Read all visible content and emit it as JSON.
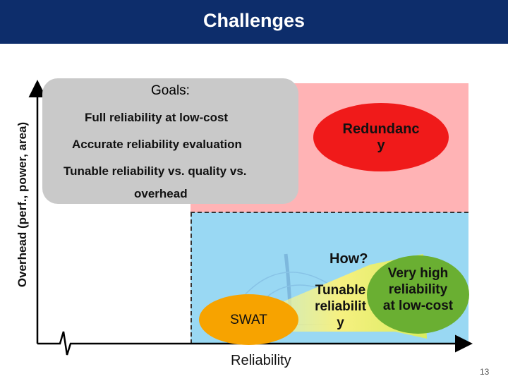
{
  "header": {
    "title": "Challenges"
  },
  "axes": {
    "y_label": "Overhead (perf., power, area)",
    "x_label": "Reliability"
  },
  "goals": {
    "title": "Goals:",
    "items": [
      "Full reliability at low-cost",
      "Accurate reliability evaluation",
      "Tunable reliability vs. quality vs.",
      "overhead"
    ]
  },
  "shapes": {
    "redundancy": {
      "line1": "Redundanc",
      "line2": "y"
    },
    "swat": "SWAT",
    "very_high": {
      "line1": "Very high",
      "line2": "reliability",
      "line3": "at low-cost"
    },
    "how": "How?",
    "tunable": {
      "line1": "Tunable",
      "line2": "reliabilit",
      "line3": "y"
    }
  },
  "colors": {
    "header_bg": "#0d2d6b",
    "high_overhead_region": "#ffb3b5",
    "low_overhead_region": "#99d8f3",
    "redundancy": "#f01a1a",
    "swat": "#f7a300",
    "very_high": "#6aaf32",
    "goals_box": "#c9c9c9"
  },
  "footer": {
    "page_number": "13"
  }
}
